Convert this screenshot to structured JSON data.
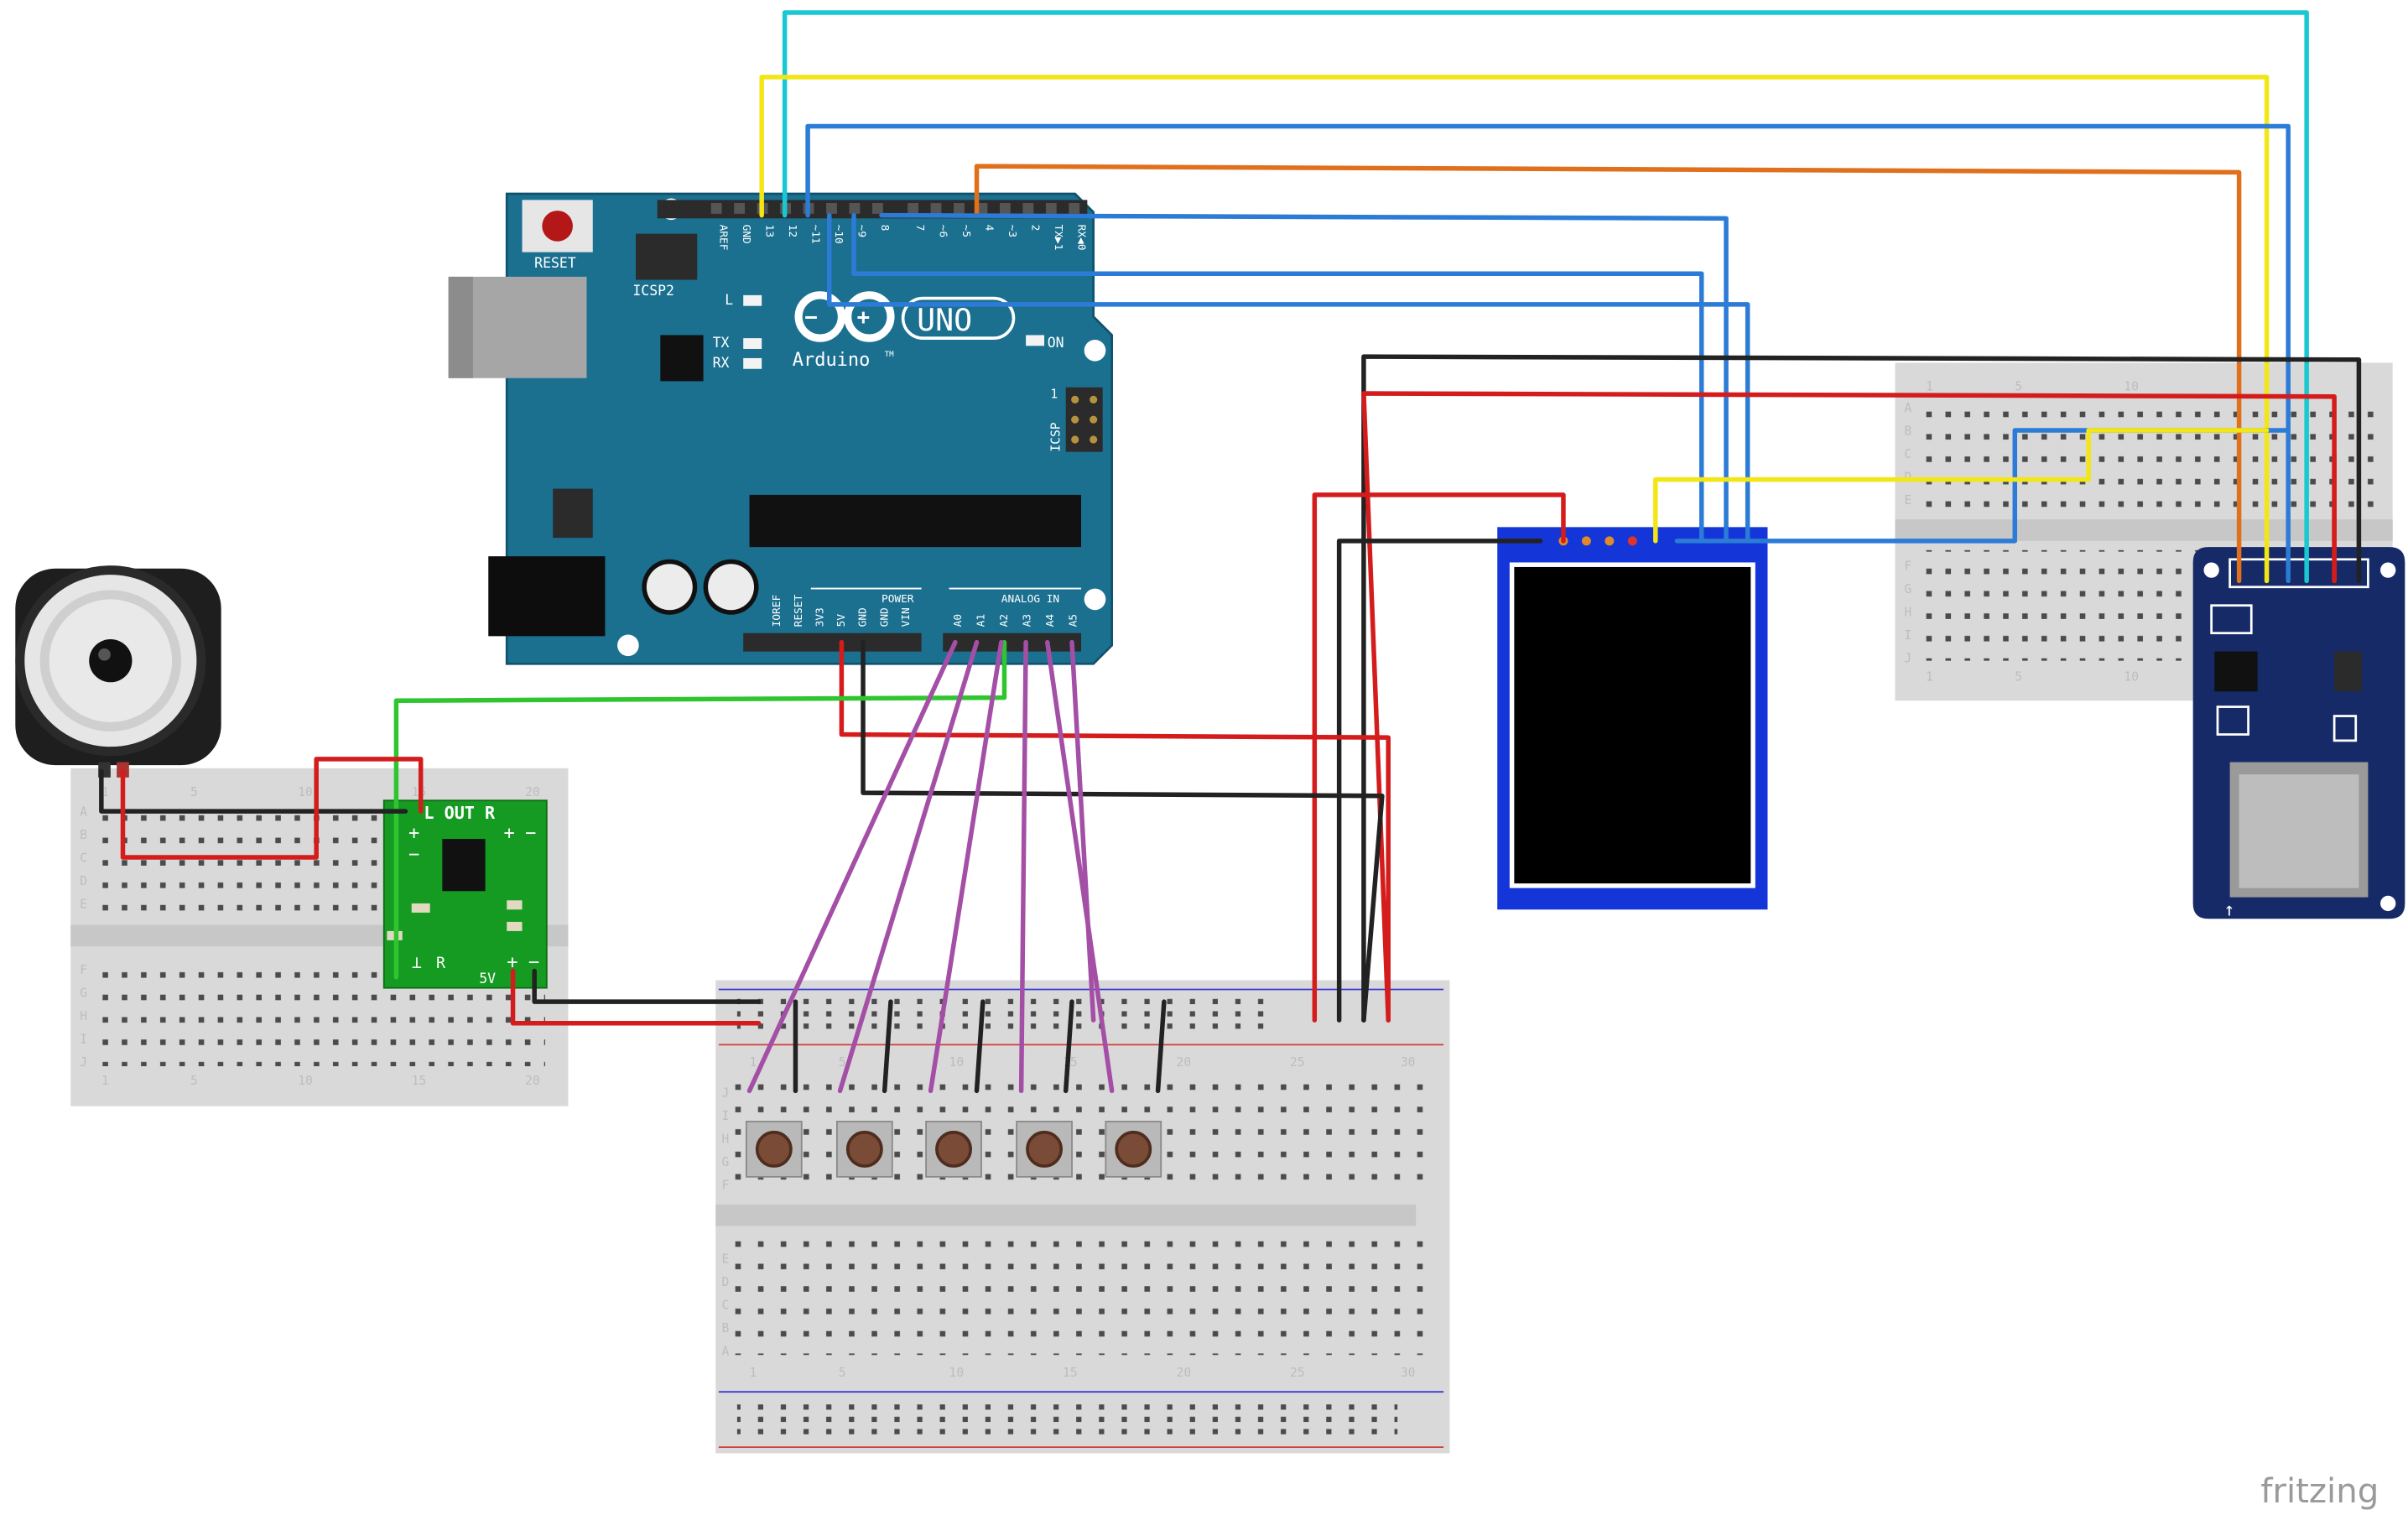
{
  "arduino": {
    "board_name": "UNO",
    "brand": "Arduino",
    "trademark": "TM",
    "reset_label": "RESET",
    "icsp2_label": "ICSP2",
    "icsp_label": "ICSP",
    "icsp_pin1": "1",
    "led_l": "L",
    "led_tx": "TX",
    "led_rx": "RX",
    "led_on": "ON",
    "digital_pins": [
      "AREF",
      "GND",
      "13",
      "12",
      "~11",
      "~10",
      "~9",
      "8",
      "7",
      "~6",
      "~5",
      "4",
      "~3",
      "2",
      "TX▶1",
      "RX◀0"
    ],
    "power_header": "POWER",
    "power_pins": [
      "IOREF",
      "RESET",
      "3V3",
      "5V",
      "GND",
      "GND",
      "VIN"
    ],
    "analog_header": "ANALOG IN",
    "analog_pins": [
      "A0",
      "A1",
      "A2",
      "A3",
      "A4",
      "A5"
    ]
  },
  "amplifier": {
    "title": "L OUT R",
    "plus": "+",
    "minus": "−",
    "ground": "⊥",
    "r": "R",
    "supply": "5V"
  },
  "breadboard_small": {
    "row_letters": [
      "A",
      "B",
      "C",
      "D",
      "E",
      "F",
      "G",
      "H",
      "I",
      "J"
    ],
    "col_numbers": [
      "1",
      "5",
      "10",
      "15",
      "20"
    ]
  },
  "breadboard_large": {
    "row_letters": [
      "J",
      "I",
      "H",
      "G",
      "F",
      "E",
      "D",
      "C",
      "B",
      "A"
    ],
    "col_numbers": [
      "1",
      "5",
      "10",
      "15",
      "20",
      "25",
      "30"
    ]
  },
  "breadboard_right": {
    "row_letters": [
      "A",
      "B",
      "C",
      "D",
      "E",
      "F",
      "G",
      "H",
      "I",
      "J"
    ],
    "col_numbers": [
      "1",
      "5",
      "10"
    ]
  },
  "watermark": "fritzing",
  "colors": {
    "board": "#1b7090",
    "wire_cyan": "#19c8d2",
    "wire_yellow": "#f3e616",
    "wire_blue": "#2c7bd6",
    "wire_orange": "#e0701b",
    "wire_red": "#d41c1c",
    "wire_black": "#222222",
    "wire_green": "#2fc52f",
    "wire_purple": "#a44fa6",
    "amp_pcb": "#159b22",
    "sd_pcb": "#152a66",
    "tft_frame": "#1435d8"
  }
}
